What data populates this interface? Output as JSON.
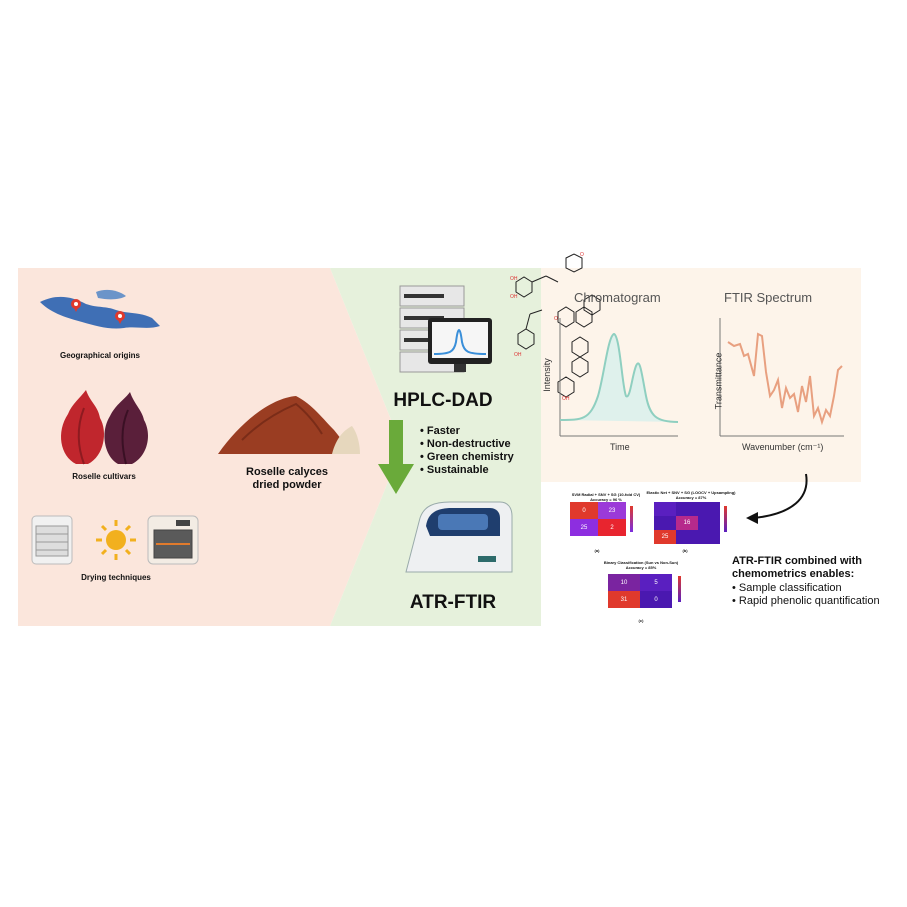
{
  "left_panel": {
    "geo_label": "Geographical origins",
    "cultivar_label": "Roselle cultivars",
    "drying_label": "Drying techniques"
  },
  "powder_label": "Roselle calyces\ndried powder",
  "hplc_label": "HPLC-DAD",
  "advantages": [
    "Faster",
    "Non-destructive",
    "Green chemistry",
    "Sustainable"
  ],
  "ftir_label": "ATR-FTIR",
  "chromatogram": {
    "title": "Chromatogram",
    "ylabel": "Intensity",
    "xlabel": "Time"
  },
  "ftir_spectrum": {
    "title": "FTIR Spectrum",
    "ylabel": "Transmittance",
    "xlabel": "Wavenumber (cm⁻¹)"
  },
  "confusion_matrices": [
    {
      "title": "SVM Radial + SNV + SG (10-fold CV)\nAccuracy = 96 %",
      "values": [
        "0",
        "23",
        "25",
        "2"
      ],
      "caption": "(a)"
    },
    {
      "title": "Elastic Net + SNV + SG (LOOCV + Upsampling)\nAccuracy = 87%",
      "values": [
        "",
        "",
        "",
        "",
        "16",
        "",
        "25",
        "",
        ""
      ],
      "caption": "(b)"
    },
    {
      "title": "Binary Classification (Sun vs Non-Sun)\nAccuracy = 85%",
      "values": [
        "10",
        "5",
        "31",
        "0"
      ],
      "caption": "(c)"
    }
  ],
  "conclusion": {
    "heading": "ATR-FTIR combined with chemometrics enables:",
    "items": [
      "Sample classification",
      "Rapid phenolic quantification"
    ]
  },
  "colors": {
    "left_bg": "#fbe6dc",
    "mid_bg": "#e6f1dc",
    "right_bg": "#fdf4ea",
    "arrow": "#6aaa3a"
  }
}
